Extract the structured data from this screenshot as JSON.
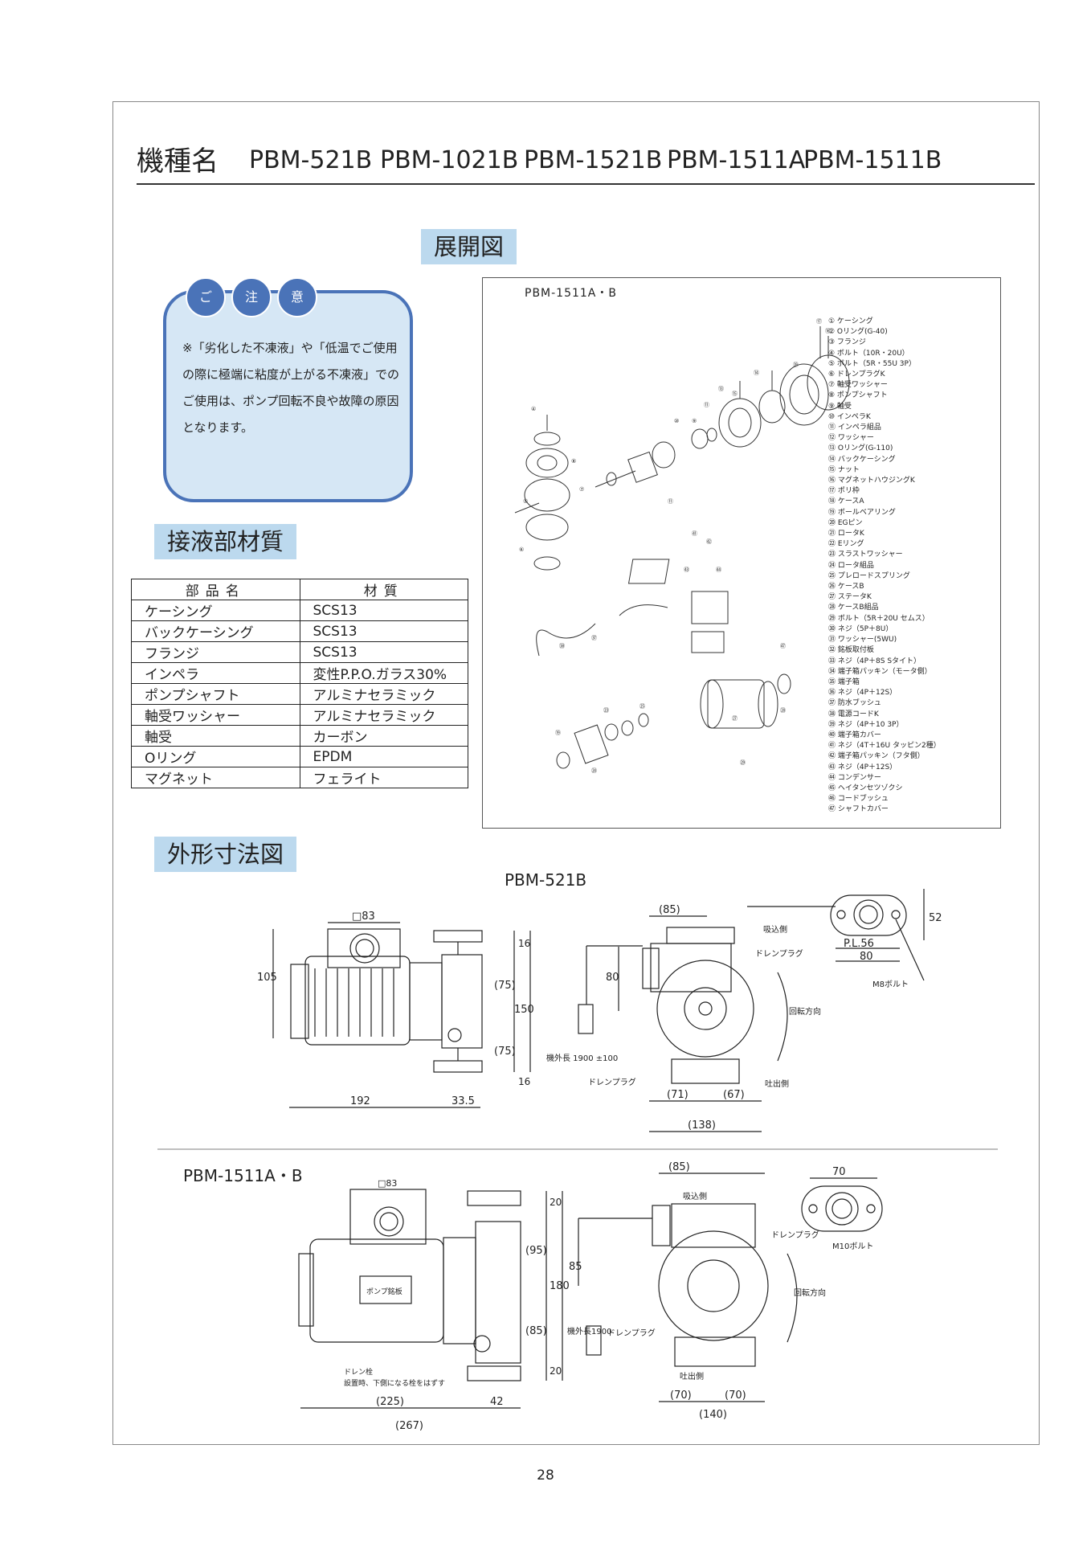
{
  "header": {
    "label": "機種名",
    "models": [
      "PBM-521B",
      "PBM-1021B",
      "PBM-1521B",
      "PBM-1511A",
      "PBM-1511B"
    ]
  },
  "sections": {
    "exploded": "展開図",
    "material": "接液部材質",
    "dimension": "外形寸法図"
  },
  "notice": {
    "badges": [
      "ご",
      "注",
      "意"
    ],
    "text": "※「劣化した不凍液」や「低温でご使用の際に極端に粘度が上がる不凍液」でのご使用は、ポンプ回転不良や故障の原因となります。"
  },
  "material_table": {
    "headers": [
      "部品名",
      "材質"
    ],
    "rows": [
      [
        "ケーシング",
        "SCS13"
      ],
      [
        "バックケーシング",
        "SCS13"
      ],
      [
        "フランジ",
        "SCS13"
      ],
      [
        "インペラ",
        "変性P.P.O.ガラス30%"
      ],
      [
        "ポンプシャフト",
        "アルミナセラミック"
      ],
      [
        "軸受ワッシャー",
        "アルミナセラミック"
      ],
      [
        "軸受",
        "カーボン"
      ],
      [
        "Oリング",
        "EPDM"
      ],
      [
        "マグネット",
        "フェライト"
      ]
    ]
  },
  "exploded_diagram": {
    "title": "PBM-1511A・B",
    "parts": [
      "① ケーシング",
      "② Oリング(G-40)",
      "③ フランジ",
      "④ ボルト（10R・20U）",
      "⑤ ボルト（5R・55U 3P）",
      "⑥ ドレンプラグK",
      "⑦ 軸受ワッシャー",
      "⑧ ポンプシャフト",
      "⑨ 軸受",
      "⑩ インペラK",
      "⑪ インペラ組品",
      "⑫ ワッシャー",
      "⑬ Oリング(G-110)",
      "⑭ バックケーシング",
      "⑮ ナット",
      "⑯ マグネットハウジングK",
      "⑰ ポリ枠",
      "⑱ ケースA",
      "⑲ ボールベアリング",
      "⑳ EGピン",
      "㉑ ロータK",
      "㉒ Eリング",
      "㉓ スラストワッシャー",
      "㉔ ロータ組品",
      "㉕ プレロードスプリング",
      "㉖ ケースB",
      "㉗ ステータK",
      "㉘ ケースB組品",
      "㉙ ボルト（5R＋20U セムス）",
      "㉚ ネジ（5P＋8U）",
      "㉛ ワッシャー(5WU)",
      "㉜ 銘板取付板",
      "㉝ ネジ（4P＋8S Sタイト）",
      "㉞ 端子箱パッキン（モータ側）",
      "㉟ 端子箱",
      "㊱ ネジ（4P＋12S）",
      "㊲ 防水ブッシュ",
      "㊳ 電源コードK",
      "㊴ ネジ（4P＋10 3P）",
      "㊵ 端子箱カバー",
      "㊶ ネジ（4T＋16U タッピン2種）",
      "㊷ 端子箱パッキン（フタ側）",
      "㊸ ネジ（4P＋12S）",
      "㊹ コンデンサー",
      "㊺ ヘイタンセツゾクシ",
      "㊻ コードブッシュ",
      "㊼ シャフトカバー"
    ]
  },
  "dim_521": {
    "title": "PBM-521B",
    "motor_w": "□83",
    "h105": "105",
    "d192": "192",
    "d335": "33.5",
    "d16a": "16",
    "d75a": "(75)",
    "d150": "150",
    "d75b": "(75)",
    "d16b": "16",
    "cord": "機外長 1900 ±100",
    "d85": "(85)",
    "d80": "80",
    "d71": "(71)",
    "d67": "(67)",
    "d138": "(138)",
    "inlet": "吸込側",
    "drain_plug": "ドレンプラグ",
    "rotation": "回転方向",
    "drain_plug2": "ドレンプラグ",
    "outlet": "吐出側",
    "fl52": "52",
    "pl56": "P.L.56",
    "fl80": "80",
    "bolt": "M8ボルト"
  },
  "dim_1511": {
    "title": "PBM-1511A・B",
    "motor_w": "□83",
    "plate": "ポンプ銘板",
    "drain_note1": "ドレン栓",
    "drain_note2": "設置時、下側になる栓をはずす",
    "d225": "(225)",
    "d42": "42",
    "d267": "(267)",
    "d20a": "20",
    "d95": "(95)",
    "d180": "180",
    "d85v": "(85)",
    "d20b": "20",
    "d85h": "(85)",
    "cord": "機外長1900",
    "d85r": "85",
    "inlet": "吸込側",
    "drain_plug": "ドレンプラグ",
    "rotation": "回転方向",
    "drain_plug2": "ドレンプラグ",
    "outlet": "吐出側",
    "d70a": "(70)",
    "d70b": "(70)",
    "d140": "(140)",
    "fl70": "70",
    "bolt": "M10ボルト"
  },
  "page": {
    "number": "28"
  }
}
